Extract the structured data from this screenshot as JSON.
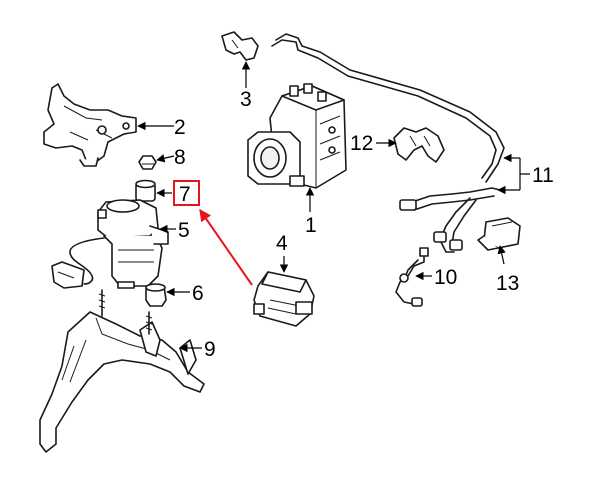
{
  "callouts": {
    "c1": "1",
    "c2": "2",
    "c3": "3",
    "c4": "4",
    "c5": "5",
    "c6": "6",
    "c7": "7",
    "c8": "8",
    "c9": "9",
    "c10": "10",
    "c11": "11",
    "c12": "12",
    "c13": "13"
  },
  "highlight": {
    "part_label": "7",
    "box_color": "#e8141c",
    "arrow_color": "#e8141c"
  }
}
